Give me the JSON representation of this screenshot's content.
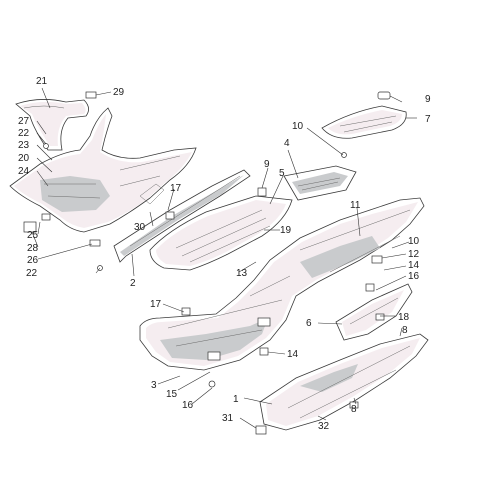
{
  "callouts": {
    "c1": "1",
    "c2": "2",
    "c3": "3",
    "c4": "4",
    "c5": "5",
    "c6": "6",
    "c7": "7",
    "c8a": "8",
    "c8b": "8",
    "c9a": "9",
    "c9b": "9",
    "c10a": "10",
    "c10b": "10",
    "c11": "11",
    "c12": "12",
    "c13": "13",
    "c14a": "14",
    "c14b": "14",
    "c15": "15",
    "c16a": "16",
    "c16b": "16",
    "c17a": "17",
    "c17b": "17",
    "c18": "18",
    "c19": "19",
    "c20": "20",
    "c21": "21",
    "c22a": "22",
    "c22b": "22",
    "c23": "23",
    "c24": "24",
    "c25": "25",
    "c26": "26",
    "c27": "27",
    "c28": "28",
    "c29": "29",
    "c30": "30",
    "c31": "31",
    "c32": "32"
  },
  "colors": {
    "line": "#3a3a3a",
    "shade": "#c9cbcd",
    "tint": "#9c4f6a"
  }
}
